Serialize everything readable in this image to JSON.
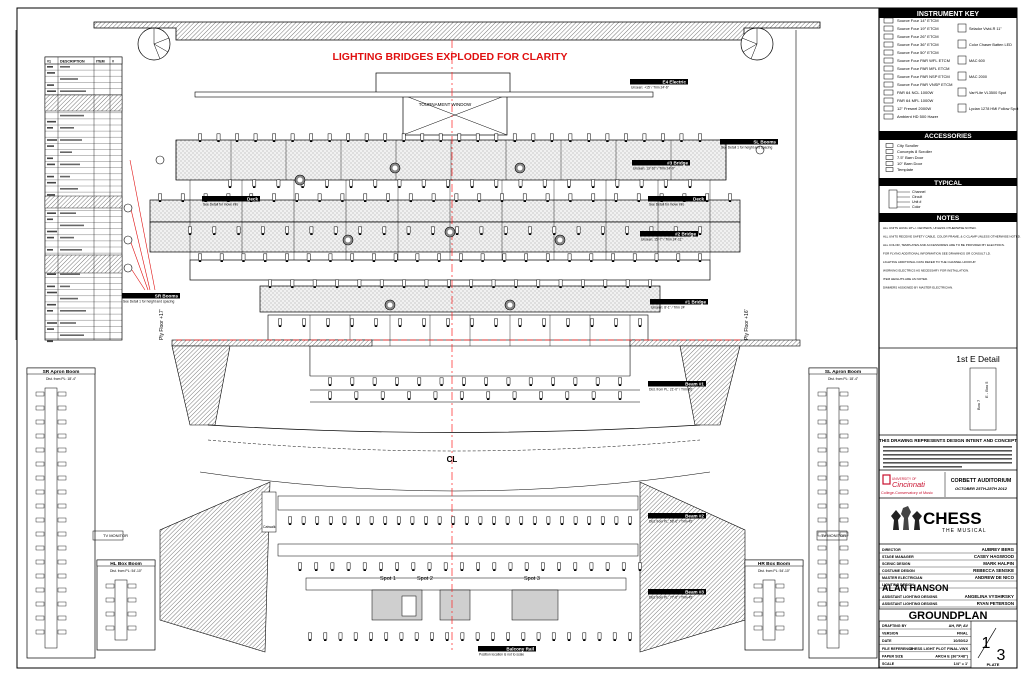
{
  "plot_title": "LIGHTING BRIDGES EXPLODED FOR CLARITY",
  "stage_labels": {
    "tournament_window": "TOURNAMENT WINDOW",
    "centerline": "CL"
  },
  "ply_floor": {
    "left": "Ply Floor +17'",
    "right": "Ply Floor +16'"
  },
  "positions": [
    {
      "name": "E4 Electric",
      "sub": "Unseen: +15' / Trim 24'-6\""
    },
    {
      "name": "SL Booms",
      "sub": "See Detail 1 for height and spacing"
    },
    {
      "name": "SR Booms",
      "sub": "See Detail 1 for height and spacing"
    },
    {
      "name": "#3 Bridge",
      "sub": "Unseen: 13'-10\" / Trim 24'-9\""
    },
    {
      "name": "Deck",
      "sub": "See Detail for move info"
    },
    {
      "name": "Deck",
      "sub": "See Detail for move info"
    },
    {
      "name": "#2 Bridge",
      "sub": "Unseen: 15'-7\" / Trim 24'-11\""
    },
    {
      "name": "#1 Bridge",
      "sub": "Unseen: 8'-1\" / Trim 24'"
    },
    {
      "name": "Beam #1",
      "sub": "Dist. from PL: 21'-0\" / Trim 26'"
    },
    {
      "name": "Beam #2",
      "sub": "Dist. from PL: 58'-6\" / Trim 45'"
    },
    {
      "name": "Beam #3",
      "sub": "Dist. from PL: 77'-6\" / Trim 45'"
    },
    {
      "name": "Balcony Rail",
      "sub": "Position location is not to scale"
    }
  ],
  "booms": [
    {
      "name": "SR Apron Boom",
      "sub": "Dist. from PL: 18'-4\""
    },
    {
      "name": "SL Apron Boom",
      "sub": "Dist. from PL: 18'-4\""
    },
    {
      "name": "HL Box Boom",
      "sub": "Dist. from PL: 54'-10\""
    },
    {
      "name": "HR Box Boom",
      "sub": "Dist. from PL: 54'-10\""
    }
  ],
  "house_labels": {
    "tv_monitor": "TV MONITOR",
    "spots": [
      "Spot 1",
      "Spot 2",
      "Spot 3"
    ],
    "catwalk": "Catwalk"
  },
  "table": {
    "headers": [
      "#1",
      "DESCRIPTION",
      "ITEM",
      "#"
    ]
  },
  "key": {
    "title": "INSTRUMENT KEY",
    "items": [
      "Source Four 14° ETCM",
      "Source Four 19° ETCM",
      "Source Four 26° ETCM",
      "Source Four 36° ETCM",
      "Source Four 50° ETCM",
      "Source Four PAR WFL ETCM",
      "Source Four PAR MFL ETCM",
      "Source Four PAR NSP ETCM",
      "Source Four PAR VNSP ETCM",
      "PAR 64 NCL 1000W",
      "PAR 64 MFL 1000W",
      "12\" Fresnel 2000W",
      "Ambient HD 500 Hazer"
    ],
    "items_right": [
      "Selador Vivid-R 11\"",
      "Color Chaser Batten LED",
      "MAC 600",
      "MAC 2000",
      "Vari*Lite VL3500 Spot",
      "Lycian 1278 HMI Follow Spot"
    ]
  },
  "accessories": {
    "title": "ACCESSORIES",
    "items": [
      "City Scroller",
      "Concepts 8 Scroller",
      "7.5\" Barn Door",
      "10\" Barn Door",
      "Template"
    ]
  },
  "typical": {
    "title": "TYPICAL",
    "items": [
      "Channel",
      "Circuit",
      "Unit #",
      "Color"
    ]
  },
  "notes": {
    "title": "NOTES",
    "lines": [
      "ALL UNITS HUNG 18\"+/- CENTERS, UNLESS OTHERWISE NOTED.",
      "ALL UNITS RECEIVE SAFETY CABLE, COLOR FRAME, & C-CLAMP UNLESS OTHERWISE NOTED.",
      "ALL COLOR, TEMPLATES AND ACCESSORIES ARE TO BE PROVIDED BY ELECTRICS.",
      "FOR FLYING ADDITIONAL INFORMATION SEE DRAWINGS OR CONSULT LD.",
      "LIGHTING ADDITIONAL DATA REFER TO THE CHANNEL HOOKUP.",
      "WORKING ELECTRICS AS NECESSARY FOR INSTALLATION.",
      "ITEM HEIGHTS ARE AS NOTED.",
      "DIMMERS ASSIGNED BY MASTER ELECTRICIAN."
    ]
  },
  "detail": {
    "title": "1st E Detail",
    "labels": [
      "Box 7",
      "E - Box 5"
    ]
  },
  "disclaimer": {
    "title": "THIS DRAWING REPRESENTS DESIGN INTENT AND CONCEPT"
  },
  "school": {
    "name": "UNIVERSITY OF Cincinnati",
    "dept": "College-Conservatory of Music"
  },
  "venue": {
    "name": "CORBETT AUDITORIUM",
    "dates": "OCTOBER 25TH-28TH 2012"
  },
  "show": {
    "title": "CHESS",
    "subtitle": "THE MUSICAL"
  },
  "credits": [
    {
      "role": "DIRECTOR",
      "name": "AUBREY BERG"
    },
    {
      "role": "STAGE MANAGER",
      "name": "CASEY HAGWOOD"
    },
    {
      "role": "SCENIC DESIGN",
      "name": "MARK HALPIN"
    },
    {
      "role": "COSTUME DESIGN",
      "name": "REBECCA SENSKE"
    },
    {
      "role": "MASTER ELECTRICIAN",
      "name": "ANDREW DE NICO"
    },
    {
      "role": "LIGHTING DESIGN",
      "name": "ALAN HANSON"
    },
    {
      "role": "ASSISTANT LIGHTING DESIGNS",
      "name": "ANGELINA VYSHIRSKY"
    },
    {
      "role": "ASSISTANT LIGHTING DESIGNS",
      "name": "RYAN PETERSON"
    }
  ],
  "sheet": {
    "title": "GROUNDPLAN",
    "rows": [
      {
        "k": "DRAFTING BY",
        "v": "AH, RP, AV"
      },
      {
        "k": "VERSION",
        "v": "FINAL"
      },
      {
        "k": "DATE",
        "v": "10/30/12"
      },
      {
        "k": "FILE REFERENCE",
        "v": "CHESS LIGHT PLOT FINAL.VWX"
      },
      {
        "k": "PAPER SIZE",
        "v": "ARCH E (36\"X48\")"
      },
      {
        "k": "SCALE",
        "v": "1/4\" = 1'"
      }
    ],
    "plate_num": "1",
    "plate_den": "3",
    "plate_label": "PLATE"
  },
  "colors": {
    "title_red": "#e01010",
    "ink": "#000000",
    "fill_gray": "#bdbdbd",
    "stipple": "#d9d9d9",
    "cl_red": "#ff2020",
    "logo_red": "#c8102e"
  }
}
